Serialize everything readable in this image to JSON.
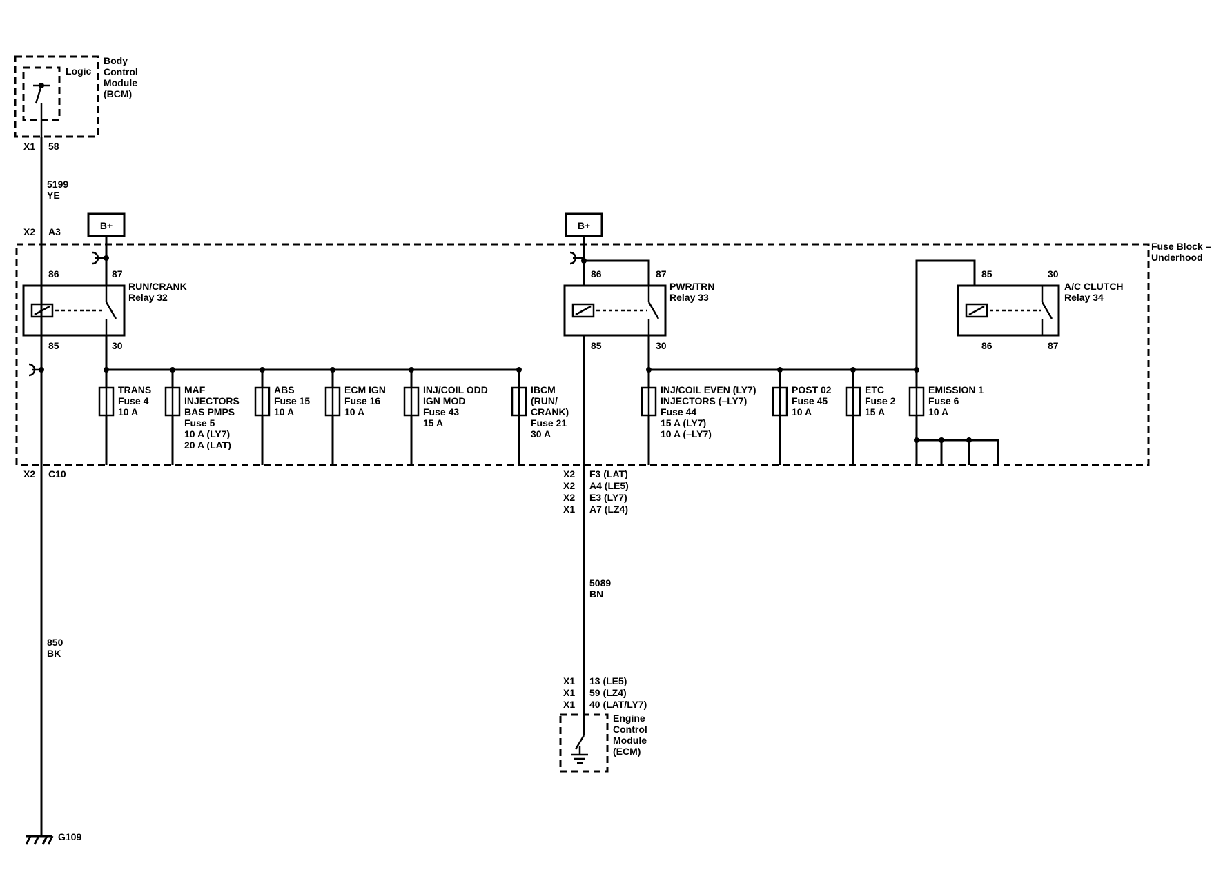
{
  "bcm": {
    "title_lines": [
      "Body",
      "Control",
      "Module",
      "(BCM)"
    ],
    "logic_label": "Logic",
    "connector": "X1",
    "pin": "58"
  },
  "wire_5199": {
    "circuit": "5199",
    "color": "YE"
  },
  "fuse_block": {
    "title_lines": [
      "Fuse Block –",
      "Underhood"
    ],
    "top_connector": "X2",
    "top_pin": "A3",
    "bottom_connector": "X2",
    "bottom_pin": "C10",
    "b_plus_left": "B+",
    "b_plus_right": "B+"
  },
  "relays": [
    {
      "name": "RUN/CRANK",
      "number": "Relay 32",
      "pins": [
        "86",
        "87",
        "85",
        "30"
      ]
    },
    {
      "name": "PWR/TRN",
      "number": "Relay 33",
      "pins": [
        "86",
        "87",
        "85",
        "30"
      ]
    },
    {
      "name": "A/C CLUTCH",
      "number": "Relay 34",
      "pins": [
        "85",
        "30",
        "86",
        "87"
      ]
    }
  ],
  "fuses": [
    {
      "lines": [
        "TRANS",
        "Fuse 4",
        "10 A"
      ]
    },
    {
      "lines": [
        "MAF",
        "INJECTORS",
        "BAS PMPS",
        "Fuse 5",
        "10 A (LY7)",
        "20 A (LAT)"
      ]
    },
    {
      "lines": [
        "ABS",
        "Fuse 15",
        "10 A"
      ]
    },
    {
      "lines": [
        "ECM IGN",
        "Fuse 16",
        "10 A"
      ]
    },
    {
      "lines": [
        "INJ/COIL ODD",
        "IGN MOD",
        "Fuse 43",
        "15 A"
      ]
    },
    {
      "lines": [
        "IBCM",
        "(RUN/",
        "CRANK)",
        "Fuse 21",
        "30 A"
      ]
    },
    {
      "lines": [
        "INJ/COIL EVEN (LY7)",
        "INJECTORS (–LY7)",
        "Fuse 44",
        "15 A (LY7)",
        "10 A (–LY7)"
      ]
    },
    {
      "lines": [
        "POST 02",
        "Fuse 45",
        "10 A"
      ]
    },
    {
      "lines": [
        "ETC",
        "Fuse 2",
        "15 A"
      ]
    },
    {
      "lines": [
        "EMISSION 1",
        "Fuse 6",
        "10 A"
      ]
    }
  ],
  "ecm_connectors_top": [
    {
      "connector": "X2",
      "pin": "F3 (LAT)"
    },
    {
      "connector": "X2",
      "pin": "A4 (LE5)"
    },
    {
      "connector": "X2",
      "pin": "E3 (LY7)"
    },
    {
      "connector": "X1",
      "pin": "A7 (LZ4)"
    }
  ],
  "wire_5089": {
    "circuit": "5089",
    "color": "BN"
  },
  "ecm_connectors_bottom": [
    {
      "connector": "X1",
      "pin": "13 (LE5)"
    },
    {
      "connector": "X1",
      "pin": "59 (LZ4)"
    },
    {
      "connector": "X1",
      "pin": "40 (LAT/LY7)"
    }
  ],
  "ecm": {
    "title_lines": [
      "Engine",
      "Control",
      "Module",
      "(ECM)"
    ]
  },
  "wire_850": {
    "circuit": "850",
    "color": "BK"
  },
  "ground": {
    "label": "G109"
  }
}
